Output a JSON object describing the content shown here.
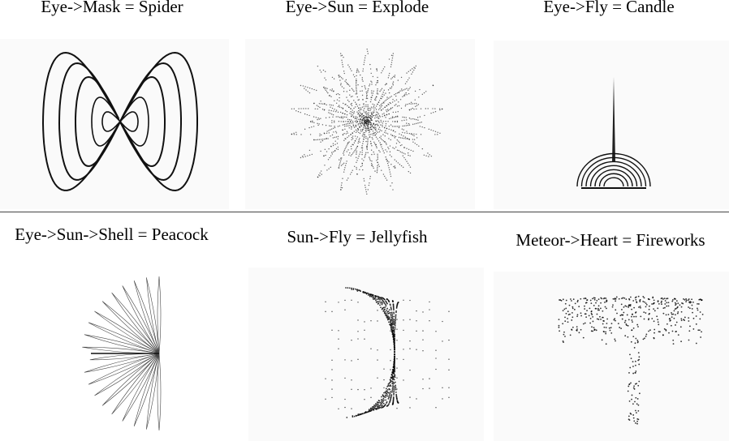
{
  "panels": [
    {
      "id": "spider",
      "caption": "Eye->Mask = Spider"
    },
    {
      "id": "explode",
      "caption": "Eye->Sun = Explode"
    },
    {
      "id": "candle",
      "caption": "Eye->Fly = Candle"
    },
    {
      "id": "peacock",
      "caption": "Eye->Sun->Shell = Peacock"
    },
    {
      "id": "jellyfish",
      "caption": "Sun->Fly = Jellyfish"
    },
    {
      "id": "fireworks",
      "caption": "Meteor->Heart = Fireworks"
    }
  ]
}
